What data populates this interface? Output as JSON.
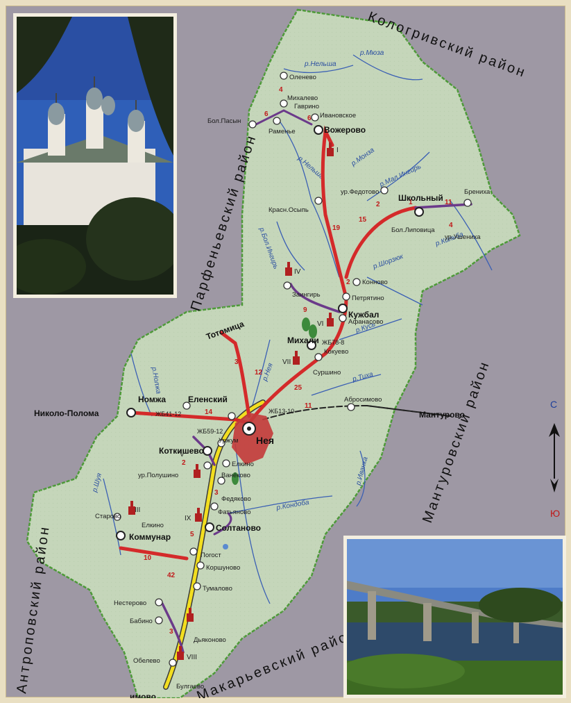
{
  "districts": {
    "kologrivsky": "Кологривский район",
    "parfenyevsky": "Парфеньевский район",
    "manturovsky": "Мантуровский район",
    "antropovsky": "Антроповский район",
    "makaryevsky": "Макарьевский район"
  },
  "towns": {
    "neya": "Нея",
    "nikolo_poloma": "Николо-Полома",
    "manturovo": "Мантурово",
    "totomitsa": "Тотомица",
    "shkolny": "Школьный",
    "kuzhbal": "Кужбал",
    "mikhali": "Михали",
    "vozherovo": "Вожерово",
    "kommunar": "Коммунар",
    "soltanovo": "Солтаново",
    "kotkishevo": "Коткишево",
    "nomzha": "Номжа",
    "elensky": "Еленский"
  },
  "villages": {
    "olenevo": "Оленево",
    "mikhalevo": "Михалево",
    "gavrino": "Гаврино",
    "ivanovskoe": "Ивановское",
    "bol_pasyn": "Бол.Пасын",
    "ramenye": "Раменье",
    "fedotovo": "ур.Федотово",
    "krasn_osyp": "Красн.Осыпь",
    "brenikha": "Брениха",
    "bol_lipovitsa": "Бол.Липовица",
    "ushenikha": "ур.Ушениха",
    "konnovo": "Конново",
    "petryatino": "Петрятино",
    "zaingir": "Заингирь",
    "afanasovo": "Афанасово",
    "kokuevo": "Кокуево",
    "surshino": "Суршино",
    "abrosimovo": "Абросимово",
    "urzhum": "Уржум",
    "elkino_n": "Елкино",
    "vanyakovo": "Ванёково",
    "polushino": "ур.Полушино",
    "fedyakovo": "Федяково",
    "fatyanovo": "Фатьяново",
    "starovo": "Старово",
    "elkino_s": "Елкино",
    "pogost": "Погост",
    "korshunovo": "Коршуново",
    "tumalovo": "Тумалово",
    "nesterovo": "Нестерово",
    "babino": "Бабино",
    "dyakonovo": "Дьяконово",
    "obelevo": "Обелево",
    "bulgaevo": "Булгаево",
    "imovo": "имово"
  },
  "rivers": {
    "nelsha": "р.Нельша",
    "myuza": "р.Мюза",
    "monza": "р.Монза",
    "mal_ingir": "р.Мал.Ингирь",
    "nelsha2": "р.Нельша",
    "kilya": "р.Кильба",
    "bol_ingir": "р.Бол.Ингирь",
    "shorzhuk": "р.Шорзюк",
    "kus": "р.Кусь",
    "neya": "р.Нея",
    "tikha": "р.Тиха",
    "nolzha": "р.Нолжа",
    "ivanka": "р.Иванка",
    "kondoba": "р.Кондоба",
    "shuya": "р.Шуя"
  },
  "railway_stops": {
    "zhb41": "ЖБ41-12",
    "zhb59": "ЖБ59-12",
    "zhb13": "ЖБ13-10",
    "zhb78": "ЖБ78-8"
  },
  "monuments": [
    "I",
    "III",
    "IV",
    "V",
    "VI",
    "VII",
    "VIII",
    "IX"
  ],
  "distances": [
    "4",
    "6",
    "6",
    "2",
    "1",
    "11",
    "15",
    "19",
    "4",
    "2",
    "9",
    "3",
    "12",
    "25",
    "14",
    "11",
    "2",
    "3",
    "5",
    "10",
    "42",
    "3"
  ],
  "compass": {
    "north": "С",
    "south": "Ю"
  },
  "colors": {
    "district_fill": "#c5d6ba",
    "outside": "#9e98a4",
    "paved_road": "#d42a2a",
    "dirt_road": "#6b3a8a",
    "federal_road": "#f2de1f",
    "river": "#3a5fb4",
    "border": "#4d9a38",
    "town_fill": "#c33a3a"
  },
  "icons": {
    "church": "church-icon",
    "tree": "tree-icon",
    "compass": "north-arrow-icon"
  }
}
